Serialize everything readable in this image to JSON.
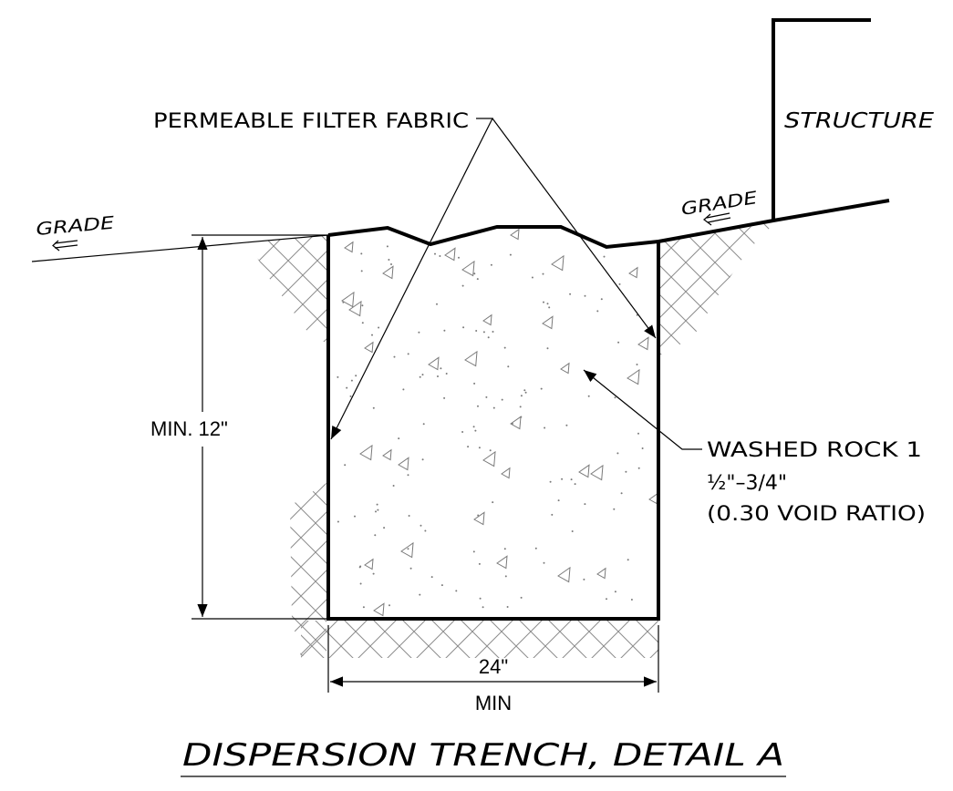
{
  "labels": {
    "fabric": "PERMEABLE FILTER FABRIC",
    "structure": "STRUCTURE",
    "grade_left": "GRADE",
    "grade_right": "GRADE",
    "depth": "MIN. 12\"",
    "width_value": "24\"",
    "width_note": "MIN",
    "rock_line1": "WASHED ROCK 1",
    "rock_line2": "½\"–3/4\"",
    "rock_line3": "(0.30 VOID RATIO)",
    "title": "DISPERSION  TRENCH,  DETAIL  A"
  },
  "colors": {
    "line": "#000000",
    "hatch": "#8c8c8c",
    "aggregate": "#7a7a7a"
  }
}
